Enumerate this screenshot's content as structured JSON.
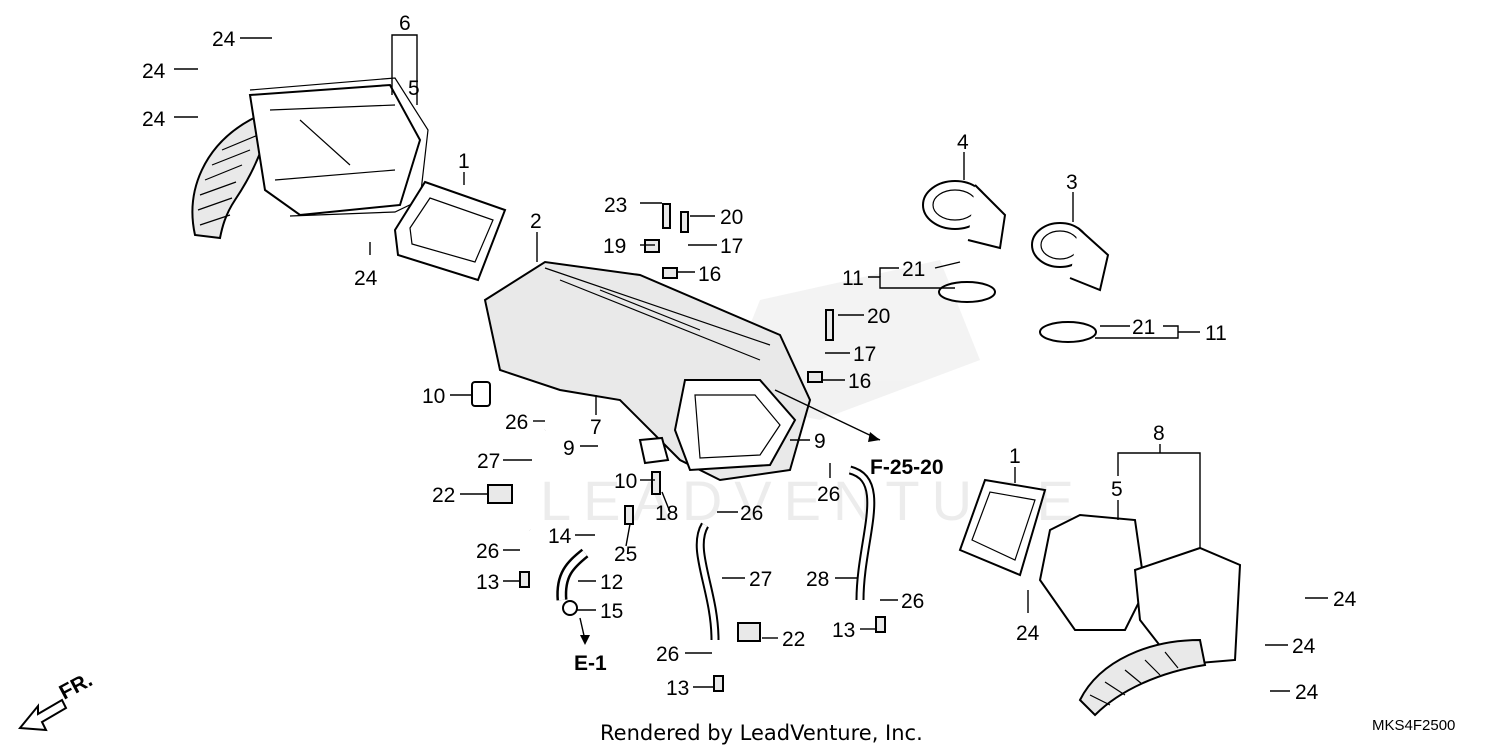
{
  "diagram": {
    "labels": [
      "24",
      "24",
      "24",
      "6",
      "5",
      "1",
      "24",
      "2",
      "23",
      "20",
      "19",
      "17",
      "16",
      "4",
      "3",
      "21",
      "11",
      "21",
      "11",
      "20",
      "17",
      "16",
      "10",
      "26",
      "7",
      "9",
      "9",
      "27",
      "10",
      "18",
      "26",
      "22",
      "14",
      "25",
      "26",
      "13",
      "12",
      "15",
      "27",
      "22",
      "26",
      "13",
      "F-25-20",
      "26",
      "28",
      "26",
      "13",
      "1",
      "8",
      "5",
      "24",
      "24",
      "24",
      "24"
    ],
    "ref_e1": "E-1",
    "ref_f2520": "F-25-20",
    "front_arrow": "FR.",
    "footer": "Rendered by LeadVenture, Inc.",
    "code": "MKS4F2500"
  }
}
